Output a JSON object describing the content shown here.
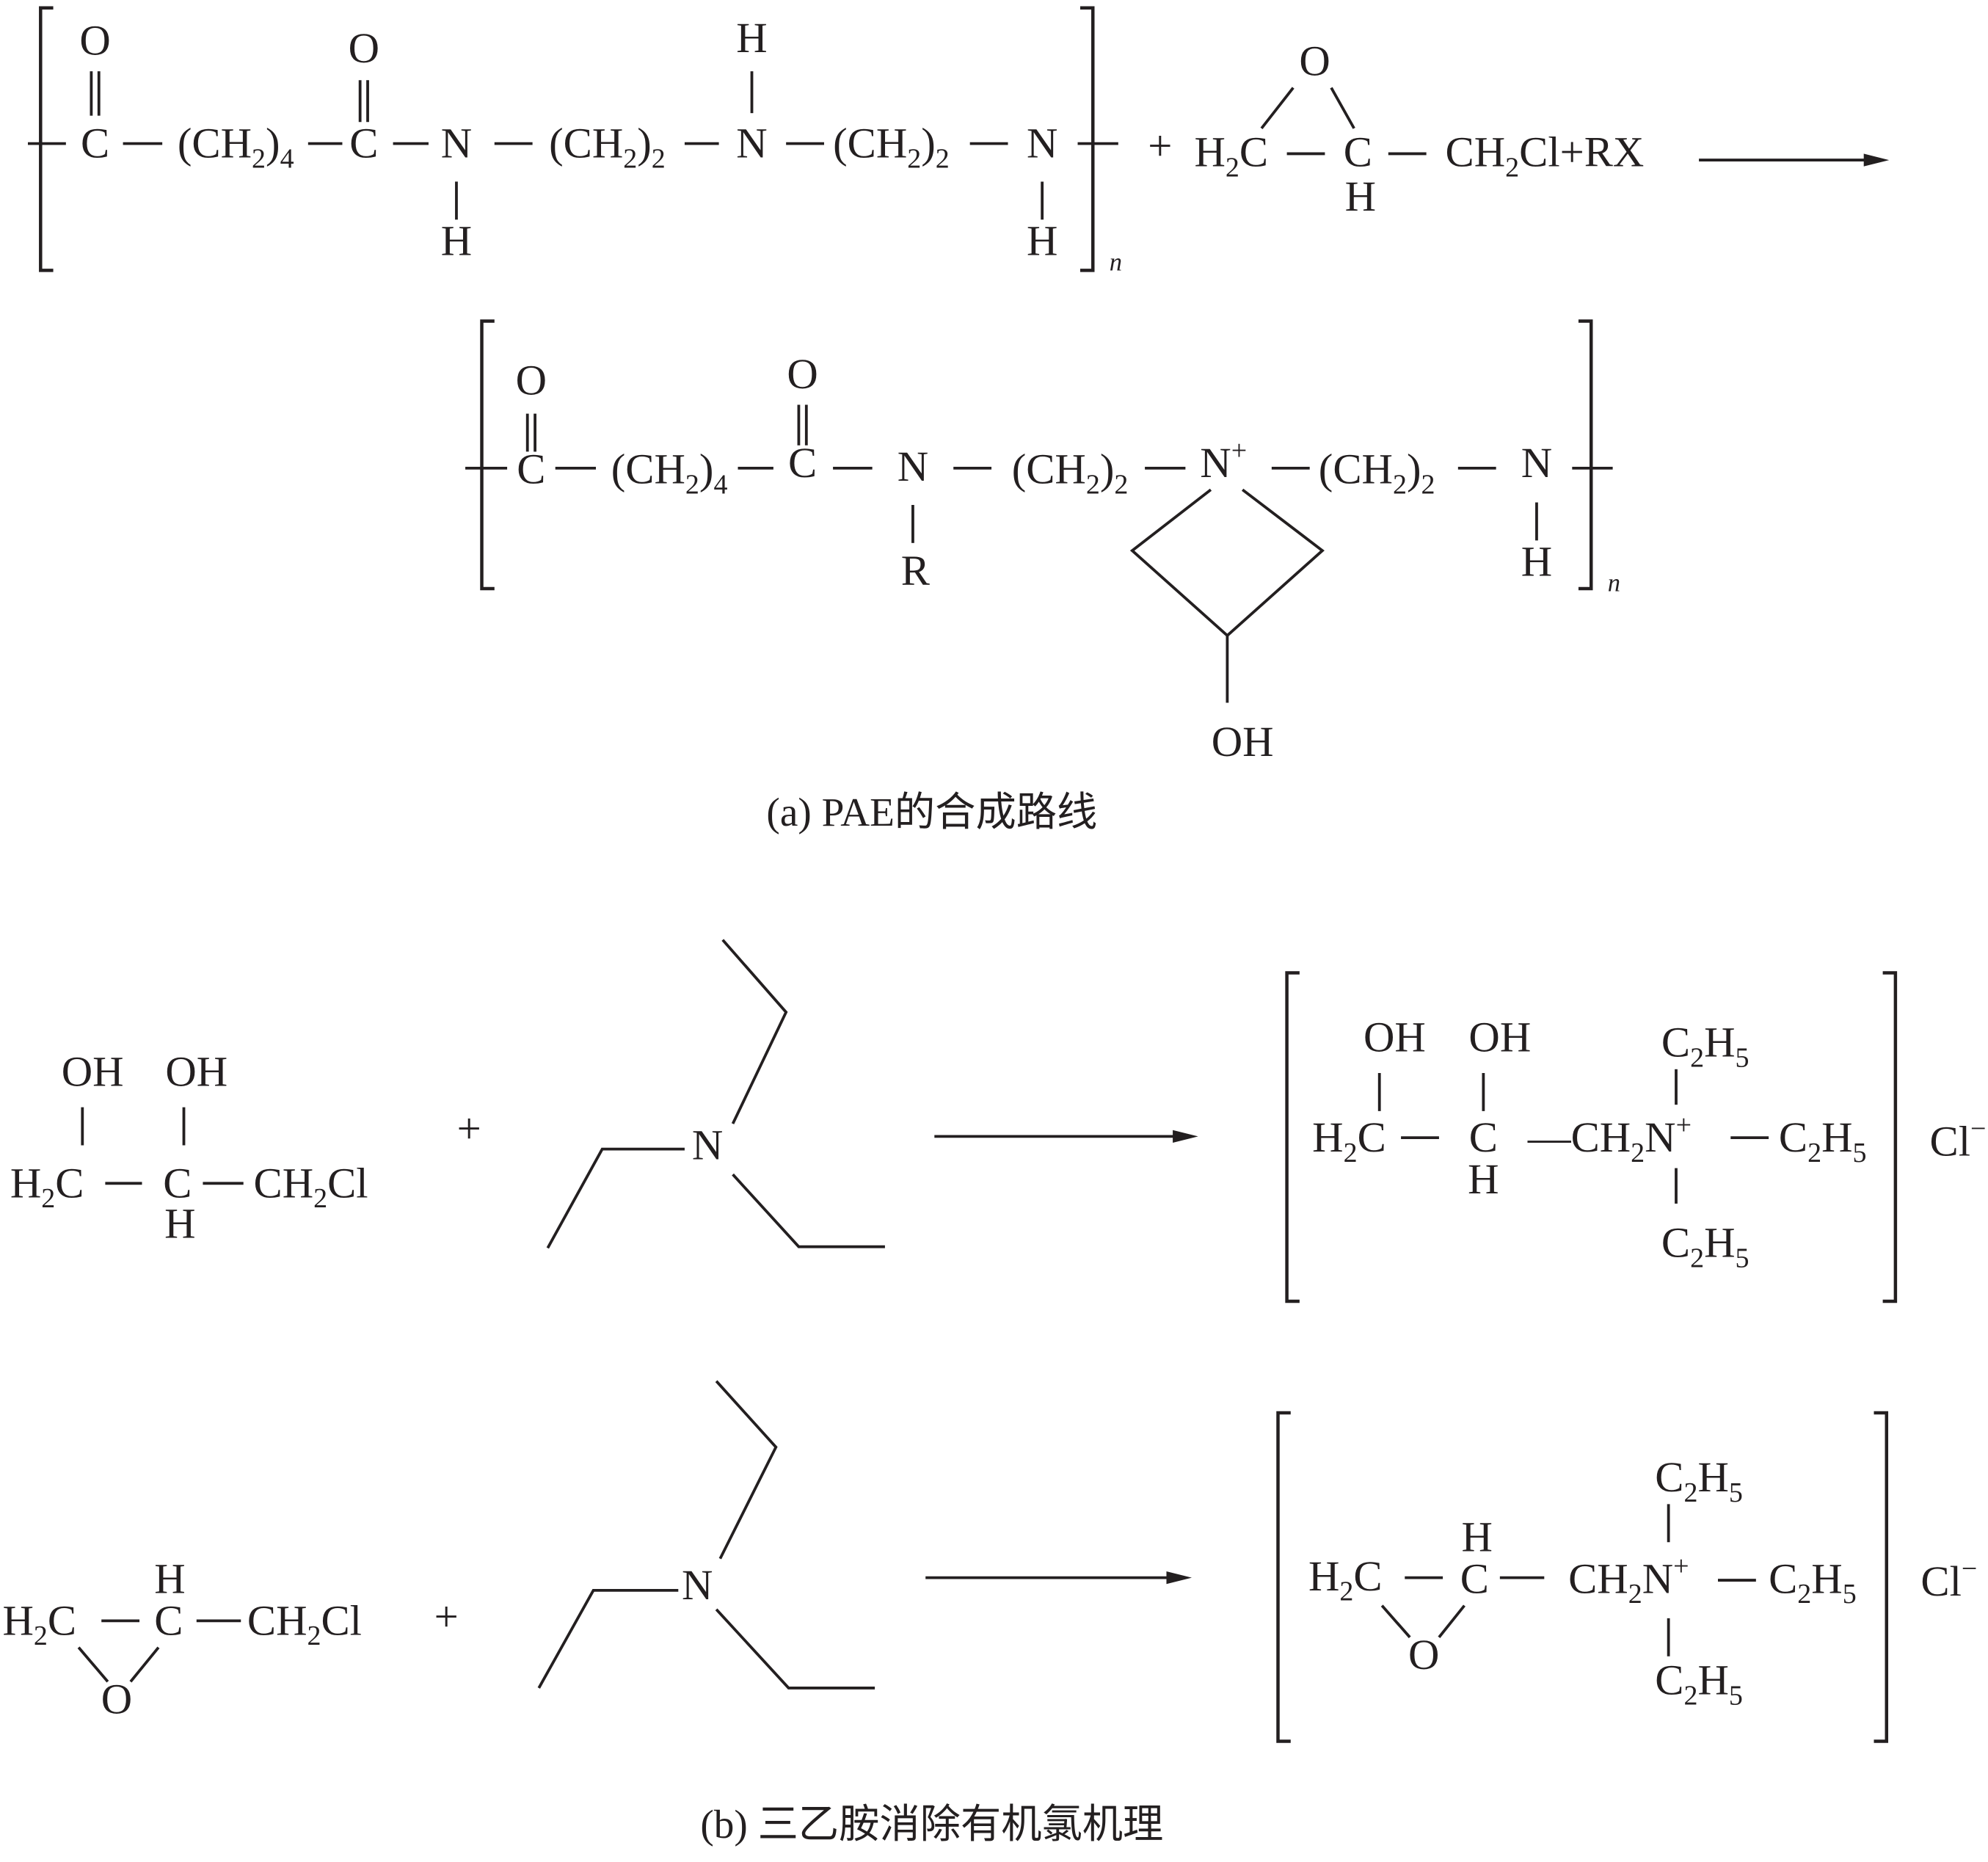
{
  "part_a": {
    "reactant_polymer": {
      "O1": "O",
      "C1": "C",
      "CH2_4": "(CH_2)_4",
      "O2": "O",
      "C2": "C",
      "N1": "N",
      "H1": "H",
      "CH2_2a": "(CH_2)_2",
      "N2": "N",
      "H2": "H",
      "CH2_2b": "(CH_2)_2",
      "N3": "N",
      "H3": "H",
      "n": "n"
    },
    "plus": "+",
    "epichlorohydrin": {
      "H2C": "H_2C",
      "O": "O",
      "C": "C",
      "H": "H",
      "tail": "CH_2Cl+RX"
    },
    "product_polymer": {
      "O1": "O",
      "C1": "C",
      "CH2_4": "(CH_2)_4",
      "O2": "O",
      "C2": "C",
      "N1": "N",
      "R": "R",
      "CH2_2a": "(CH_2)_2",
      "Nplus": "N^+",
      "CH2_2b": "(CH_2)_2",
      "N3": "N",
      "H3": "H",
      "OH": "OH",
      "n": "n"
    },
    "caption": "(a) PAE的合成路线"
  },
  "part_b": {
    "reaction1": {
      "OH1": "OH",
      "OH2": "OH",
      "H2C": "H_2C",
      "C": "C",
      "H": "H",
      "CH2Cl": "CH_2Cl",
      "plus": "+",
      "amine_N": "N",
      "prod": {
        "OH1": "OH",
        "OH2": "OH",
        "H2C": "H_2C",
        "C": "C",
        "H": "H",
        "CH2N": "—CH_2N^+",
        "Et_top": "C_2H_5",
        "Et_bottom": "C_2H_5",
        "Et_right": "C_2H_5",
        "Cl": "Cl^−"
      }
    },
    "reaction2": {
      "H": "H",
      "H2C": "H_2C",
      "C": "C",
      "CH2Cl": "CH_2Cl",
      "O": "O",
      "plus": "+",
      "amine_N": "N",
      "prod": {
        "H2C": "H_2C",
        "C": "C",
        "H": "H",
        "O": "O",
        "CH2N": "CH_2N^+",
        "Et_top": "C_2H_5",
        "Et_bottom": "C_2H_5",
        "Et_right": "C_2H_5",
        "Cl": "Cl^−"
      }
    },
    "caption": "(b) 三乙胺消除有机氯机理"
  }
}
